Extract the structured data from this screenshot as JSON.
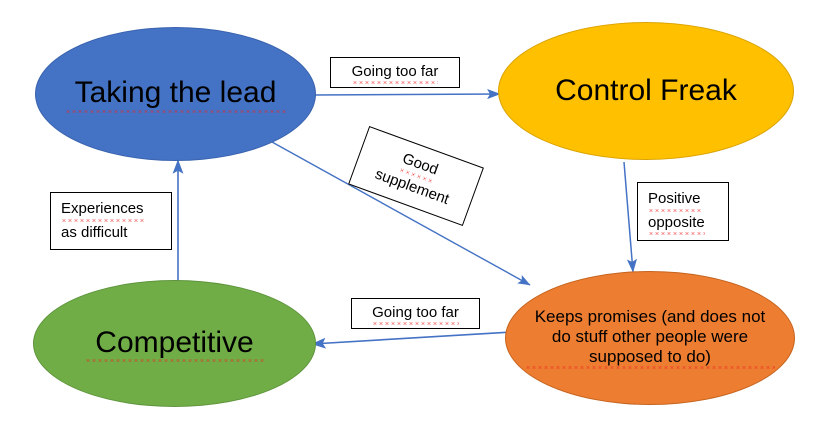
{
  "diagram": {
    "type": "cycle-diagram",
    "background": "#ffffff",
    "edge_color": "#4472C4",
    "box_border_color": "#000000",
    "spellcheck_color": "#EE2222",
    "nodes": [
      {
        "id": "taking-the-lead",
        "label": "Taking the lead",
        "color": "#4472C4",
        "shape": "ellipse",
        "spellchecked": true
      },
      {
        "id": "control-freak",
        "label": "Control Freak",
        "color": "#FFC000",
        "shape": "ellipse",
        "spellchecked": false
      },
      {
        "id": "keeps-promises",
        "label": "Keeps promises (and does not\ndo stuff other people were\nsupposed to do)",
        "color": "#ED7D31",
        "shape": "ellipse",
        "spellchecked": true
      },
      {
        "id": "competitive",
        "label": "Competitive",
        "color": "#70AD47",
        "shape": "ellipse",
        "spellchecked": true
      }
    ],
    "edge_labels": [
      {
        "id": "going-too-far-top",
        "line1": "Going too far",
        "from": "taking-the-lead",
        "to": "control-freak"
      },
      {
        "id": "good-supplement",
        "line1": "Good",
        "line2": "supplement",
        "from": "taking-the-lead",
        "to": "keeps-promises",
        "rotated": true
      },
      {
        "id": "positive-opposite",
        "line1": "Positive",
        "line2": "opposite",
        "from": "control-freak",
        "to": "keeps-promises"
      },
      {
        "id": "going-too-far-bottom",
        "line1": "Going too far",
        "from": "keeps-promises",
        "to": "competitive"
      },
      {
        "id": "experiences-as-difficult",
        "line1": "Experiences",
        "line2": "as difficult",
        "from": "competitive",
        "to": "taking-the-lead"
      }
    ]
  }
}
